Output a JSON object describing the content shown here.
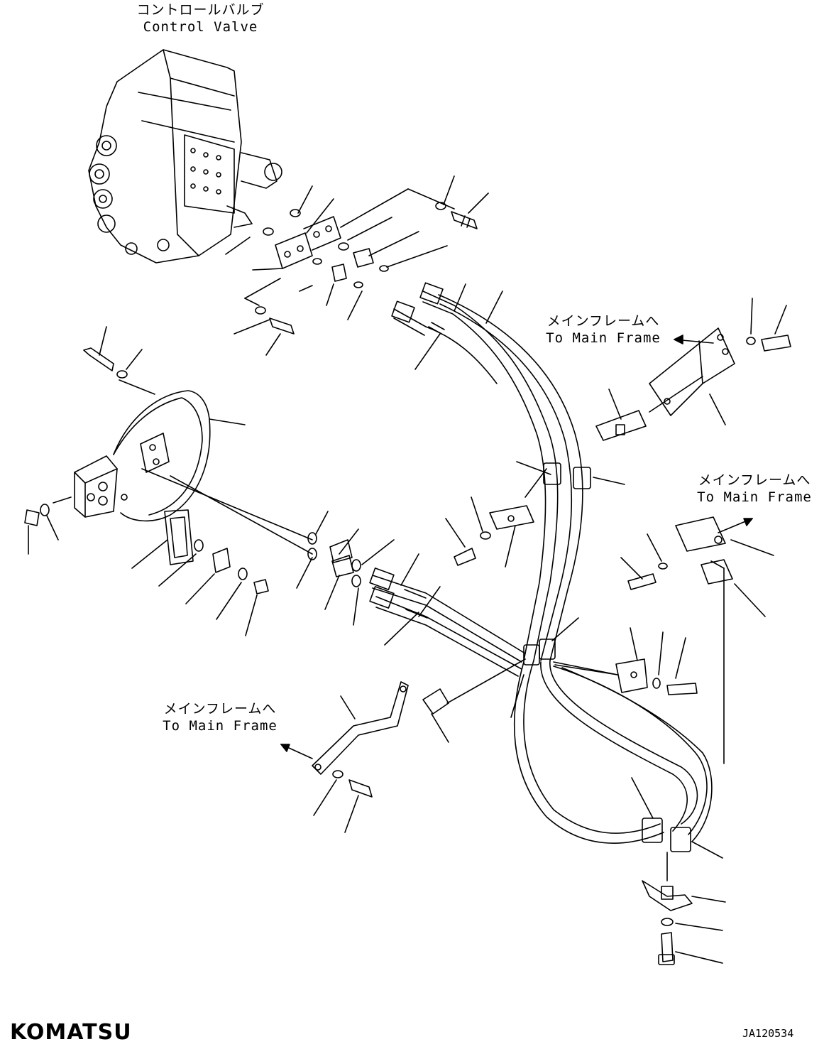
{
  "callouts": {
    "control_valve": {
      "jp": "コントロールバルブ",
      "en": "Control Valve"
    },
    "main_frame_top": {
      "jp": "メインフレームへ",
      "en": "To Main Frame"
    },
    "main_frame_right": {
      "jp": "メインフレームへ",
      "en": "To Main Frame"
    },
    "main_frame_left": {
      "jp": "メインフレームへ",
      "en": "To Main Frame"
    }
  },
  "footer": {
    "brand": "KOMATSU",
    "drawing_code": "JA120534"
  },
  "colors": {
    "ink": "#000000",
    "paper": "#ffffff"
  }
}
